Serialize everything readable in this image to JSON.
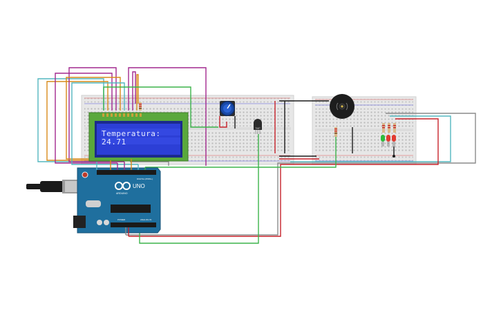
{
  "lcd": {
    "line1": "Temperatura:",
    "line2": "24.71"
  },
  "arduino": {
    "brand_label": "UNO",
    "maker_label": "ARDUINO",
    "digital_label": "DIGITAL (PWM~)",
    "power_label": "POWER",
    "analog_label": "ANALOG IN"
  },
  "sensor": {
    "label": "TMP"
  },
  "colors": {
    "breadboard": "#e9e9e9",
    "arduino_board": "#1f6f9e",
    "lcd_screen": "#2c3fd6",
    "lcd_pcb": "#5aa83c",
    "wire_green": "#3bb34a",
    "wire_red": "#c8222a",
    "wire_purple": "#a2288e",
    "wire_orange": "#d98a1a",
    "wire_teal": "#52b7bf",
    "wire_gray": "#8a8a8a",
    "wire_black": "#1a1a1a",
    "wire_brown": "#6b3b1a"
  }
}
